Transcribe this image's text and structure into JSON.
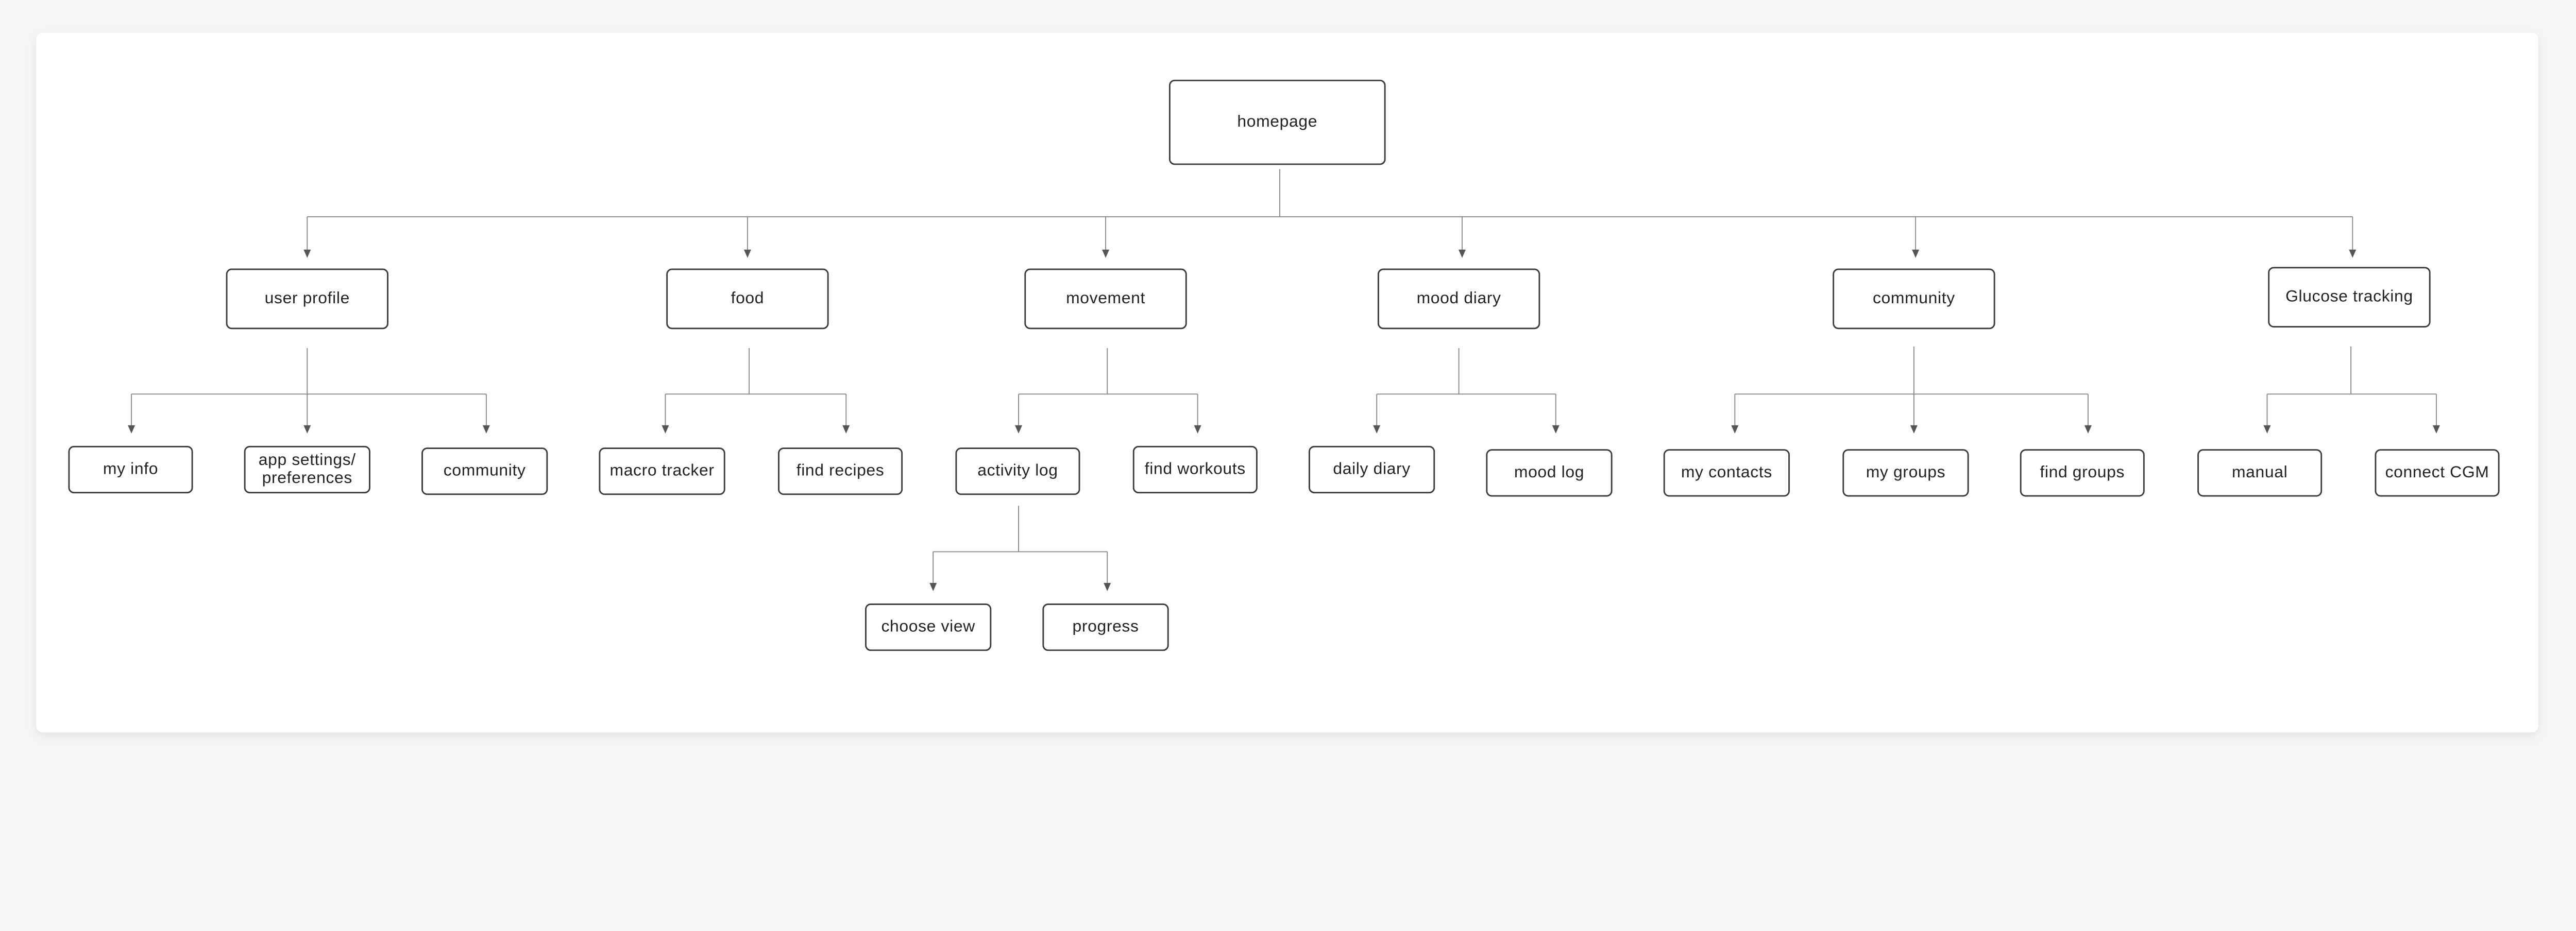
{
  "diagram": {
    "root": {
      "label": "homepage",
      "children": [
        {
          "label": "user profile",
          "children": [
            {
              "label": "my info"
            },
            {
              "label": "app settings/ preferences",
              "lines": [
                "app settings/",
                "preferences"
              ]
            },
            {
              "label": "community"
            }
          ]
        },
        {
          "label": "food",
          "children": [
            {
              "label": "macro tracker"
            },
            {
              "label": "find recipes"
            }
          ]
        },
        {
          "label": "movement",
          "children": [
            {
              "label": "activity log",
              "children": [
                {
                  "label": "choose view"
                },
                {
                  "label": "progress"
                }
              ]
            },
            {
              "label": "find workouts"
            }
          ]
        },
        {
          "label": "mood diary",
          "children": [
            {
              "label": "daily diary"
            },
            {
              "label": "mood log"
            }
          ]
        },
        {
          "label": "community",
          "children": [
            {
              "label": "my contacts"
            },
            {
              "label": "my groups"
            },
            {
              "label": "find groups"
            }
          ]
        },
        {
          "label": "Glucose tracking",
          "children": [
            {
              "label": "manual"
            },
            {
              "label": "connect CGM"
            }
          ]
        }
      ]
    },
    "colors": {
      "box_stroke": "#3a3a3a",
      "connector": "#8a8a8a",
      "card": "#ffffff",
      "background": "#f6f6f6"
    }
  }
}
